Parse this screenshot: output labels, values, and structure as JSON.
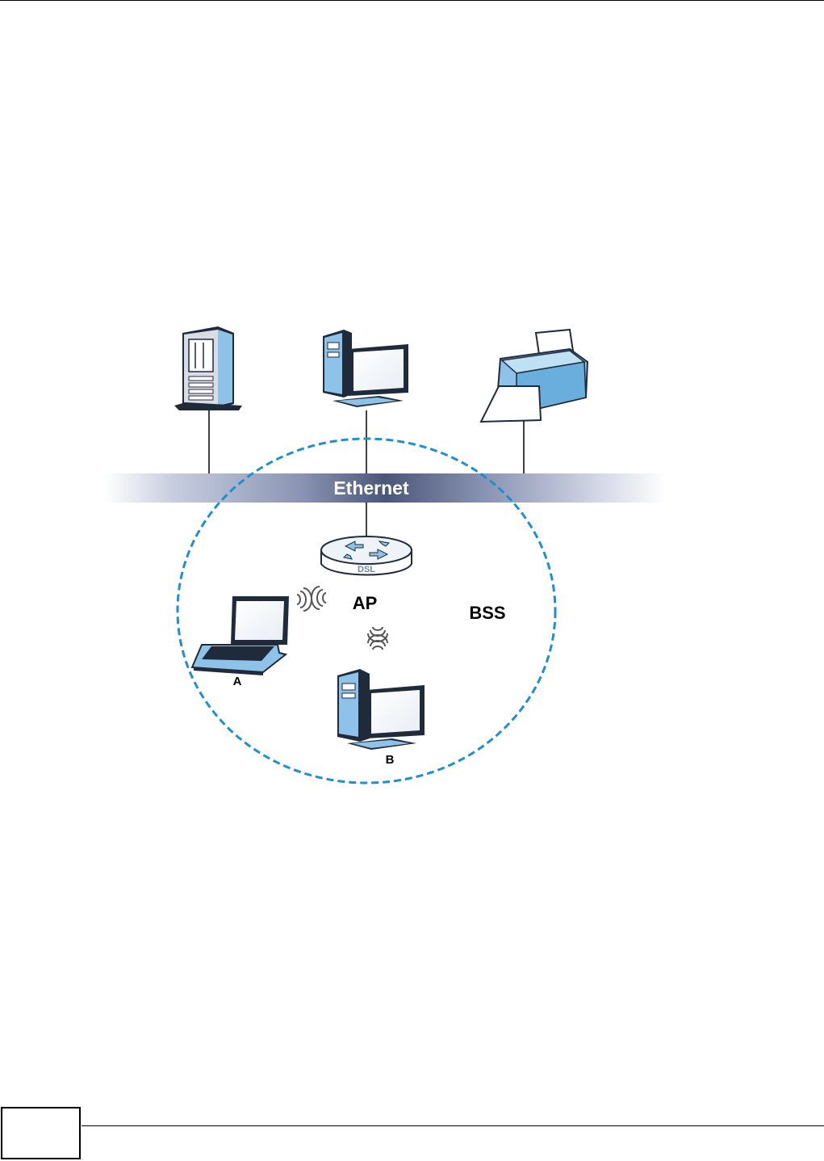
{
  "diagram": {
    "ethernet_label": "Ethernet",
    "router_label": "DSL",
    "ap_label": "AP",
    "bss_label": "BSS",
    "laptop_label": "A",
    "client_b_label": "B"
  },
  "footer": {
    "page_number": ""
  },
  "colors": {
    "ethernet_band": "#5a6b8f",
    "bss_boundary": "#1e8fd0",
    "device_blue": "#8ec2e8",
    "device_dark": "#1f2b3a"
  }
}
